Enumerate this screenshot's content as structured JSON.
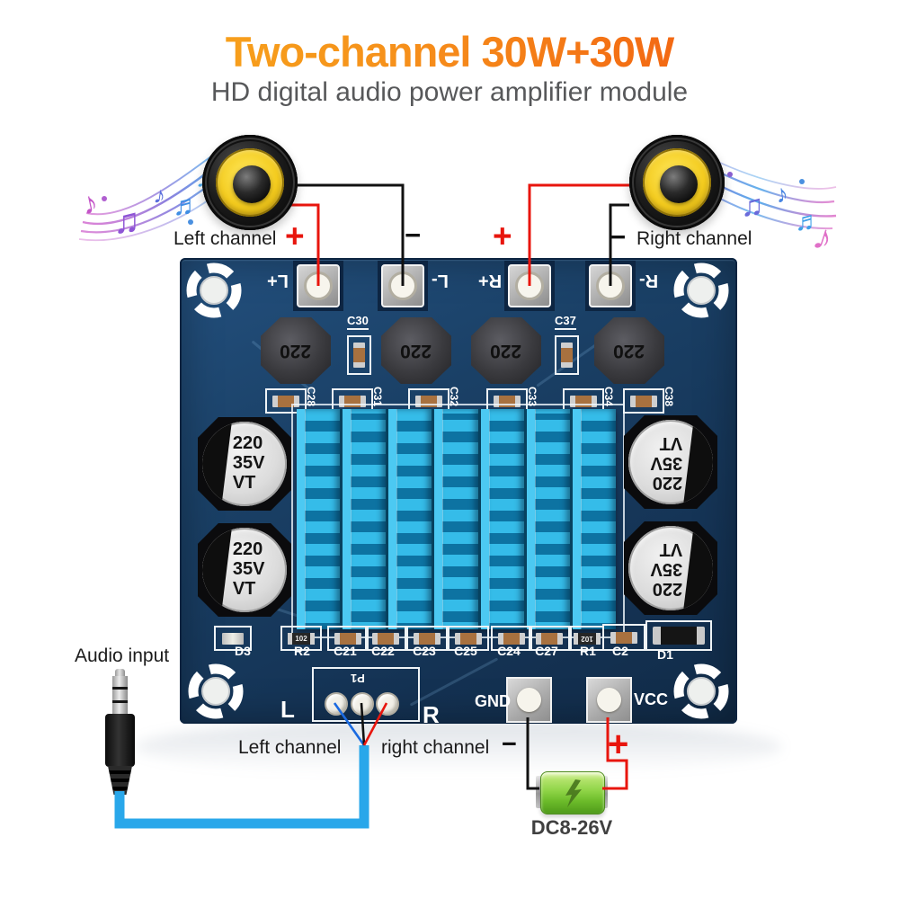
{
  "header": {
    "title": "Two-channel 30W+30W",
    "subtitle": "HD digital audio power amplifier module"
  },
  "speaker_labels": {
    "left": "Left channel",
    "left_plus": "+",
    "left_minus": "−",
    "right": "Right channel",
    "right_plus": "+",
    "right_minus": "−"
  },
  "board": {
    "terminals": [
      "L+",
      "L-",
      "R+",
      "R-"
    ],
    "inductor_value": "220",
    "cap_refs_top": [
      "C30",
      "C37"
    ],
    "cap_refs_mid": [
      "C28",
      "C31",
      "C32",
      "C33",
      "C34",
      "C38"
    ],
    "ecap": {
      "l1": "220",
      "l2": "35V",
      "l3": "VT"
    },
    "bottom_refs": [
      "D3",
      "R2",
      "C21",
      "C22",
      "C23",
      "C25",
      "C24",
      "C27",
      "R1",
      "C2",
      "D1"
    ],
    "resistor_codes": {
      "r2": "102",
      "r1": "102"
    },
    "connector": {
      "label": "P1",
      "left": "L",
      "right": "R"
    },
    "power": {
      "gnd": "GND",
      "vcc": "VCC"
    }
  },
  "bottom_labels": {
    "audio_input": "Audio input",
    "left_channel": "Left channel",
    "right_channel": "right channel",
    "minus": "−",
    "plus": "+",
    "battery": "DC8-26V"
  },
  "colors": {
    "title_gradient_start": "#f8b21c",
    "title_gradient_end": "#f0480c",
    "subtitle": "#57585a",
    "pcb_navy": "#1a4066",
    "heatsink_blue": "#35bce9",
    "wire_red": "#e8150d",
    "wire_black": "#111111",
    "cable_blue": "#29a7ea",
    "battery_green": "#8ed446"
  }
}
